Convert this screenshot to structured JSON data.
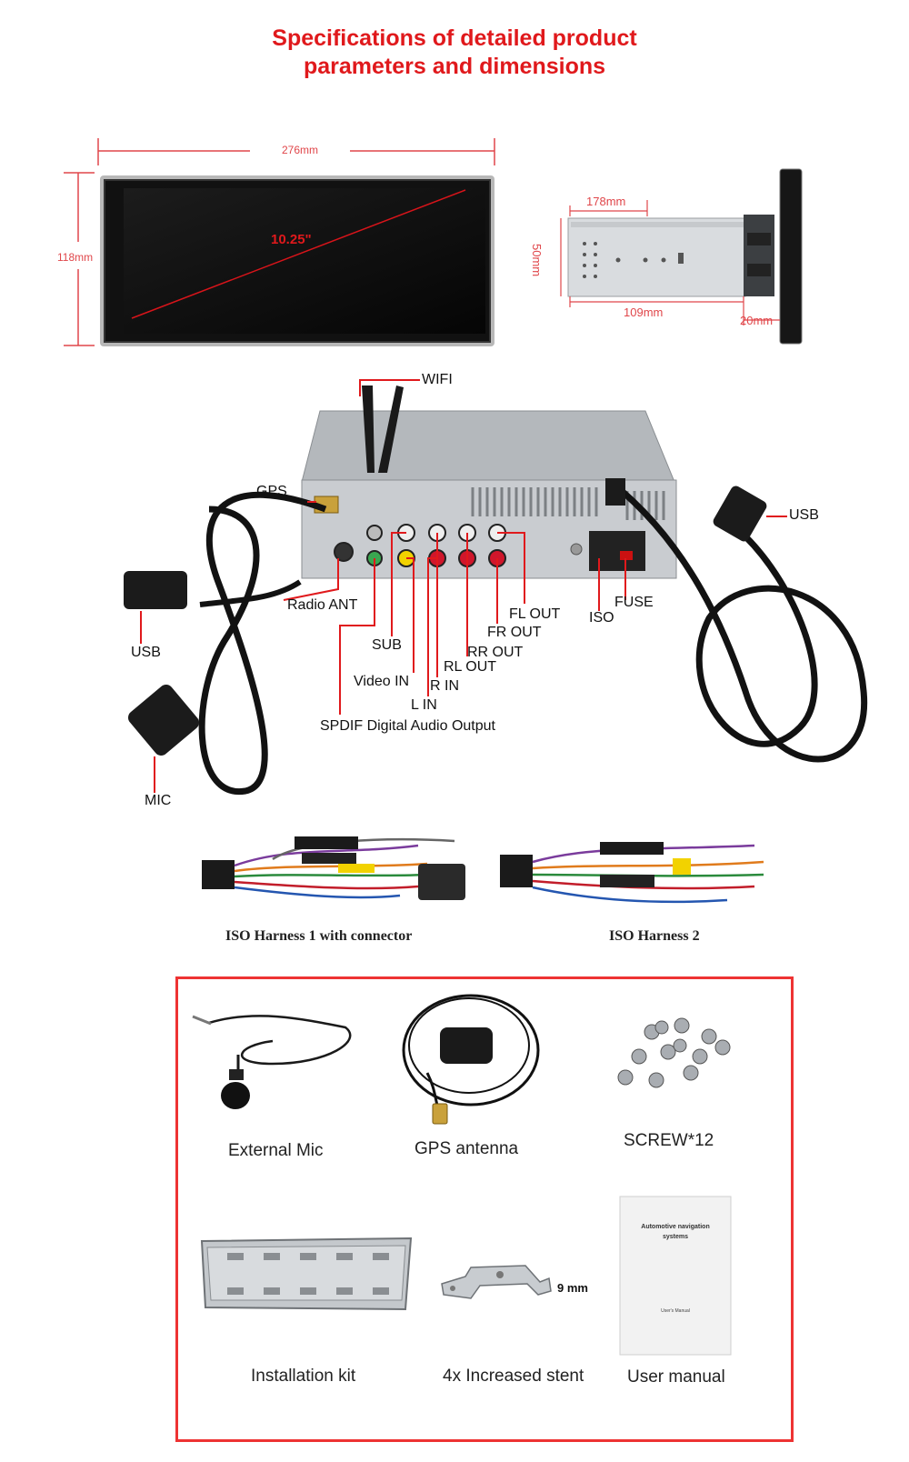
{
  "header": {
    "title_line1": "Specifications of detailed product",
    "title_line2": "parameters and dimensions"
  },
  "dimensions": {
    "width": "276mm",
    "height": "118mm",
    "diagonal": "10.25\"",
    "depth": "178mm",
    "chassis_height": "50mm",
    "mount_depth": "109mm",
    "bezel_depth": "20mm"
  },
  "ports": {
    "wifi": "WIFI",
    "gps": "GPS",
    "usb_right": "USB",
    "usb_left": "USB",
    "radio_ant": "Radio ANT",
    "fuse": "FUSE",
    "iso": "ISO",
    "fl_out": "FL OUT",
    "fr_out": "FR OUT",
    "sub": "SUB",
    "rr_out": "RR OUT",
    "rl_out": "RL OUT",
    "video_in": "Video IN",
    "r_in": "R IN",
    "l_in": "L IN",
    "spdif": "SPDIF Digital Audio Output",
    "mic": "MIC"
  },
  "harness": {
    "harness1": "ISO Harness 1 with connector",
    "harness2": "ISO Harness 2"
  },
  "accessories": {
    "mic": "External Mic",
    "gps": "GPS antenna",
    "screw": "SCREW*12",
    "kit": "Installation kit",
    "stent": "4x Increased stent",
    "stent_dim": "9 mm",
    "manual": "User manual",
    "manual_title_line1": "Automotive navigation",
    "manual_title_line2": "systems",
    "manual_subtitle": "User's Manual"
  },
  "colors": {
    "title": "#e0191c",
    "callout_line": "#e0191c",
    "border": "#e33333"
  }
}
